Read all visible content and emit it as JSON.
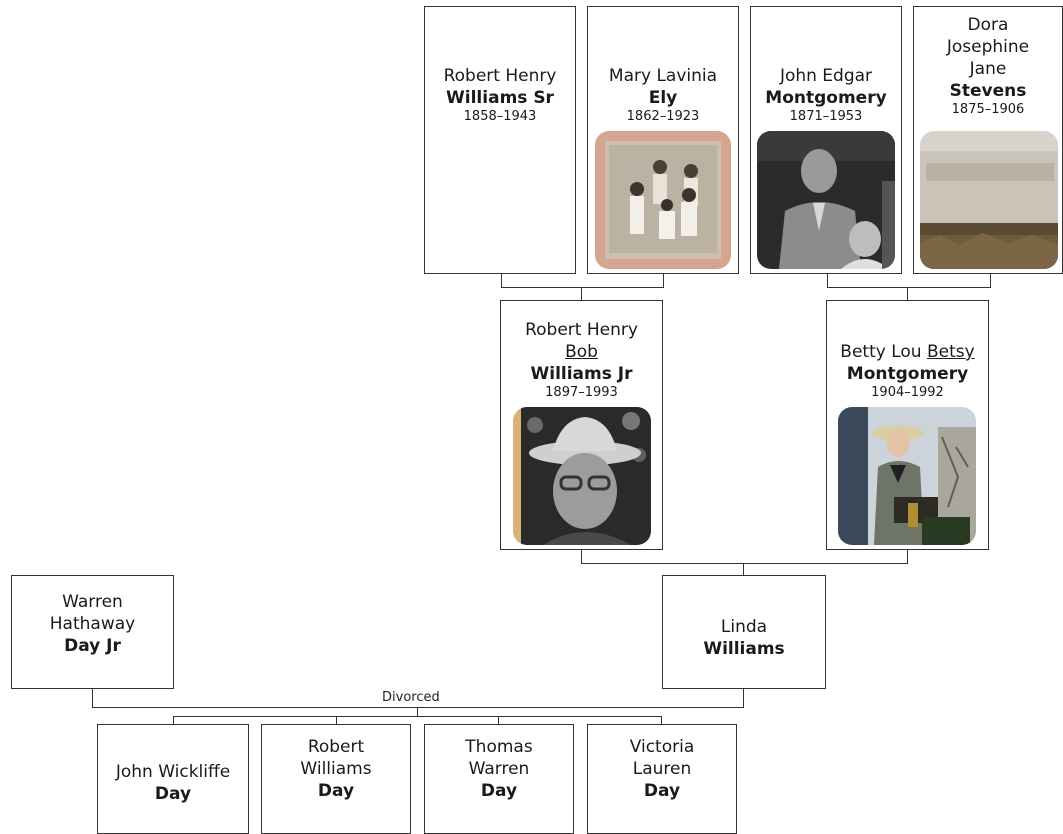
{
  "people": {
    "rhw_sr": {
      "given": "Robert Henry",
      "surname": "Williams Sr",
      "dates": "1858–1943"
    },
    "mary": {
      "given": "Mary Lavinia",
      "surname": "Ely",
      "dates": "1862–1923"
    },
    "john_edgar": {
      "given": "John Edgar",
      "surname": "Montgomery",
      "dates": "1871–1953"
    },
    "dora": {
      "given_1": "Dora",
      "given_2": "Josephine",
      "given_3": "Jane",
      "surname": "Stevens",
      "dates": "1875–1906"
    },
    "rhw_jr": {
      "given": "Robert Henry",
      "nickname": "Bob",
      "surname": "Williams Jr",
      "dates": "1897–1993"
    },
    "betty": {
      "given": "Betty Lou",
      "nickname": "Betsy",
      "surname": "Montgomery",
      "dates": "1904–1992"
    },
    "warren": {
      "given_1": "Warren",
      "given_2": "Hathaway",
      "surname": "Day Jr"
    },
    "linda": {
      "given": "Linda",
      "surname": "Williams"
    },
    "john_w": {
      "given": "John Wickliffe",
      "surname": "Day"
    },
    "robert_w": {
      "given_1": "Robert",
      "given_2": "Williams",
      "surname": "Day"
    },
    "thomas": {
      "given_1": "Thomas",
      "given_2": "Warren",
      "surname": "Day"
    },
    "victoria": {
      "given_1": "Victoria",
      "given_2": "Lauren",
      "surname": "Day"
    }
  },
  "relationship_label": "Divorced",
  "colors": {
    "border": "#333333",
    "background": "#ffffff"
  }
}
